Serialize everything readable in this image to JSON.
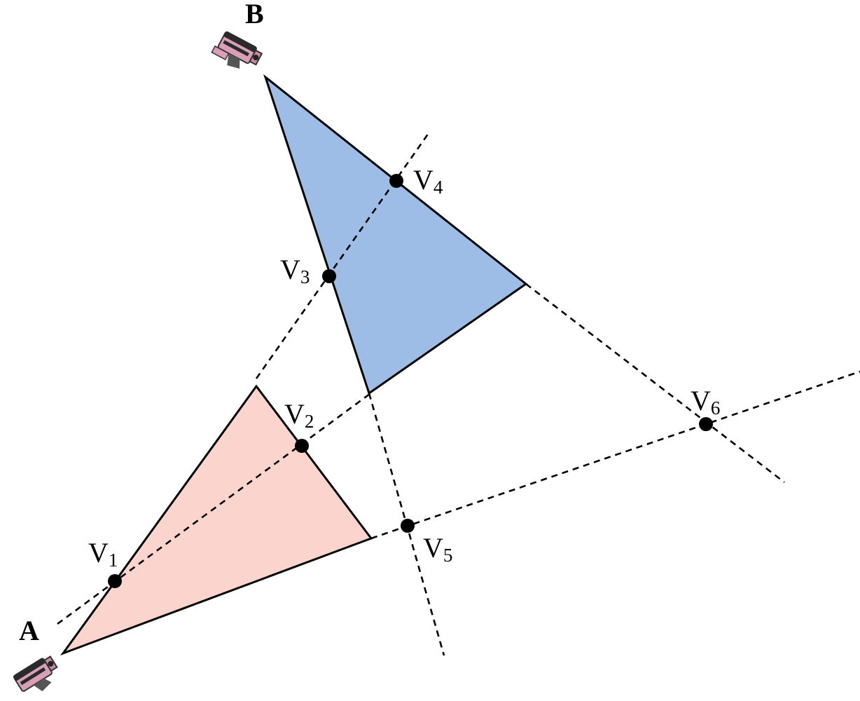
{
  "cameras": [
    {
      "id": "A",
      "label": "A",
      "icon": "camera-icon"
    },
    {
      "id": "B",
      "label": "B",
      "icon": "camera-icon"
    }
  ],
  "triangles": {
    "pink": {
      "fill": "#fbd5cd"
    },
    "blue": {
      "fill": "#9dbde6"
    }
  },
  "points": [
    {
      "id": "V1",
      "letter": "V",
      "sub": "1"
    },
    {
      "id": "V2",
      "letter": "V",
      "sub": "2"
    },
    {
      "id": "V3",
      "letter": "V",
      "sub": "3"
    },
    {
      "id": "V4",
      "letter": "V",
      "sub": "4"
    },
    {
      "id": "V5",
      "letter": "V",
      "sub": "5"
    },
    {
      "id": "V6",
      "letter": "V",
      "sub": "6"
    }
  ]
}
